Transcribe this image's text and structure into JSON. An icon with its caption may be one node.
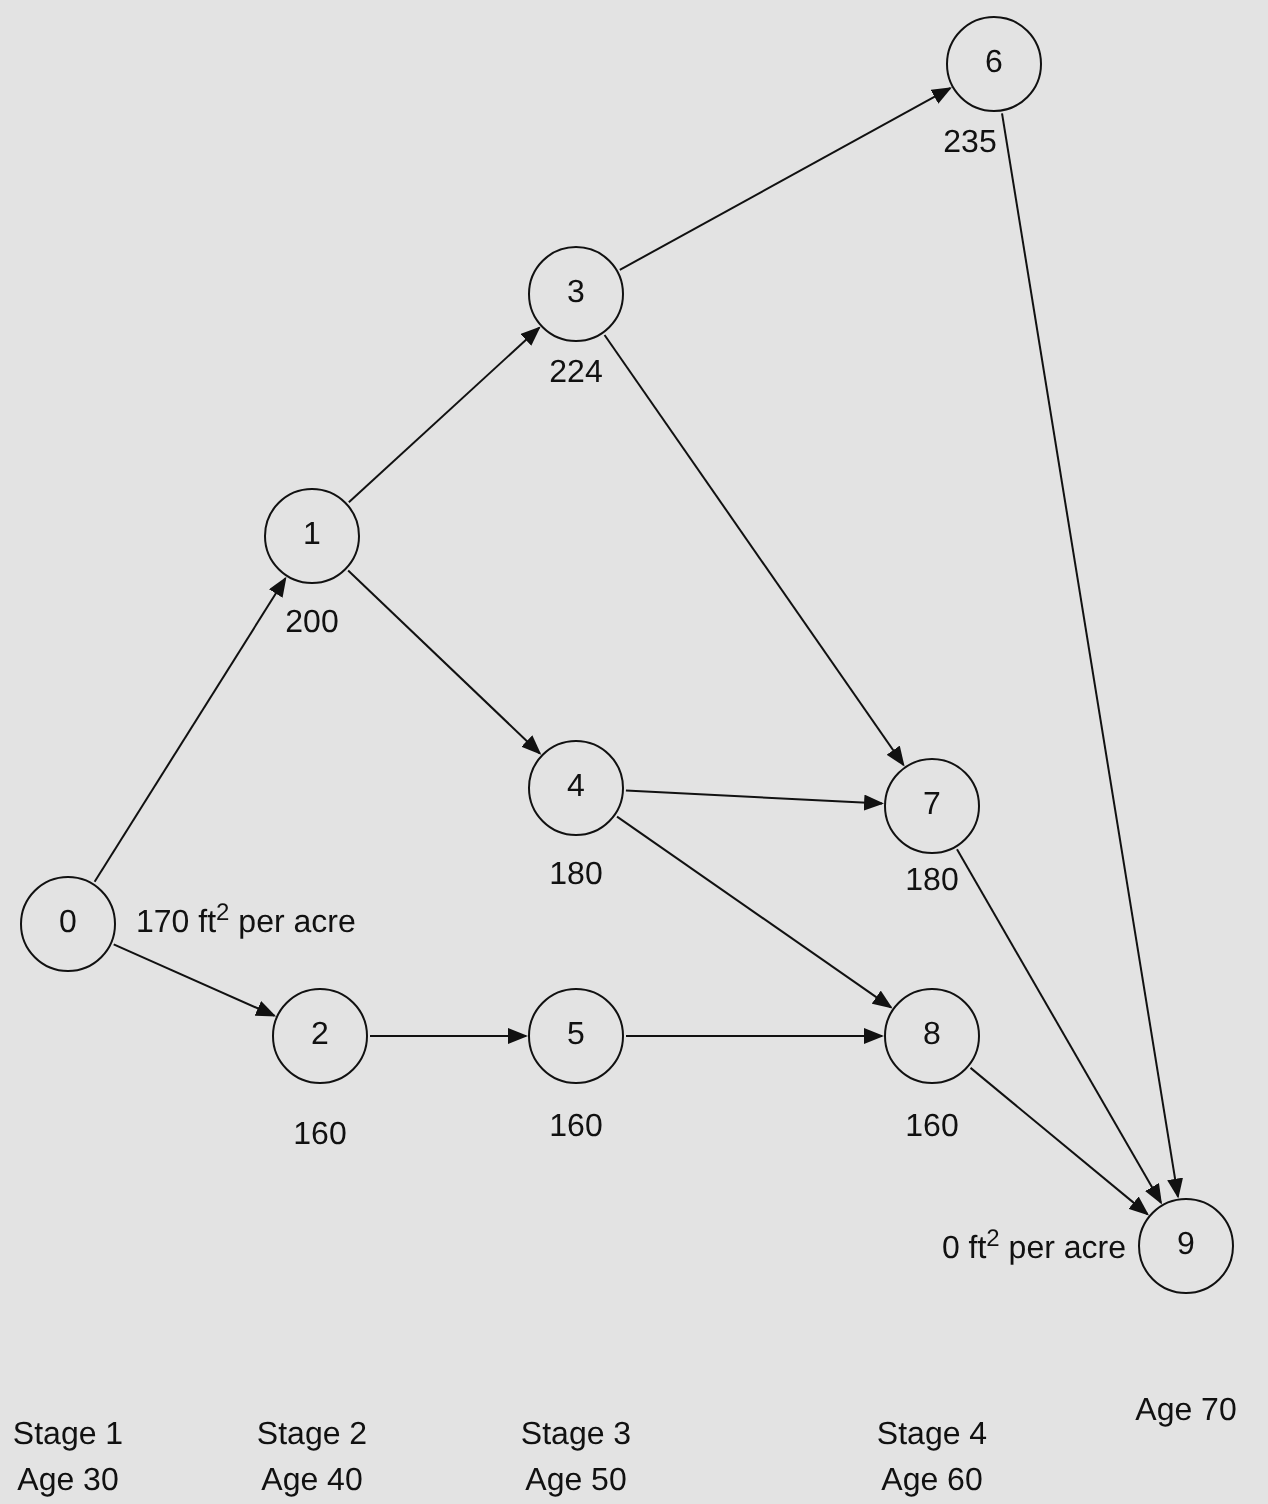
{
  "diagram": {
    "nodes": [
      {
        "text": [
          "0"
        ],
        "beside": [
          "170 ft$^{2}$ per acre"
        ]
      },
      {
        "text": [
          "1"
        ],
        "beside": [
          "200"
        ]
      },
      {
        "text": [
          "2"
        ],
        "beside": [
          "160"
        ]
      },
      {
        "text": [
          "3"
        ],
        "beside": [
          "224"
        ]
      },
      {
        "text": [
          "4"
        ],
        "beside": [
          "180"
        ]
      },
      {
        "text": [
          "5"
        ],
        "beside": [
          "160"
        ]
      },
      {
        "text": [
          "6"
        ],
        "beside": [
          "235"
        ]
      },
      {
        "text": [
          "7"
        ],
        "beside": [
          "180"
        ]
      },
      {
        "text": [
          "8"
        ],
        "beside": [
          "160"
        ]
      },
      {
        "text": [
          "9"
        ],
        "beside": [
          "0 ft$^{2}$ per acre"
        ]
      }
    ],
    "edges": [
      {
        "from": 0,
        "to": 1,
        "arrow": "to"
      },
      {
        "from": 0,
        "to": 2,
        "arrow": "to"
      },
      {
        "from": 1,
        "to": 3,
        "arrow": "to"
      },
      {
        "from": 1,
        "to": 4,
        "arrow": "to"
      },
      {
        "from": 3,
        "to": 6,
        "arrow": "to"
      },
      {
        "from": 3,
        "to": 7,
        "arrow": "to"
      },
      {
        "from": 4,
        "to": 7,
        "arrow": "to"
      },
      {
        "from": 4,
        "to": 8,
        "arrow": "to"
      },
      {
        "from": 2,
        "to": 5,
        "arrow": "to"
      },
      {
        "from": 5,
        "to": 8,
        "arrow": "to"
      },
      {
        "from": 6,
        "to": 9,
        "arrow": "to"
      },
      {
        "from": 7,
        "to": 9,
        "arrow": "to"
      },
      {
        "from": 8,
        "to": 9,
        "arrow": "to"
      }
    ],
    "labels": [
      "Stage 1 Age 30",
      "Stage 2 Age 40",
      "Stage 3 Age 50",
      "Stage 4 Age 60",
      "Age 70"
    ]
  }
}
